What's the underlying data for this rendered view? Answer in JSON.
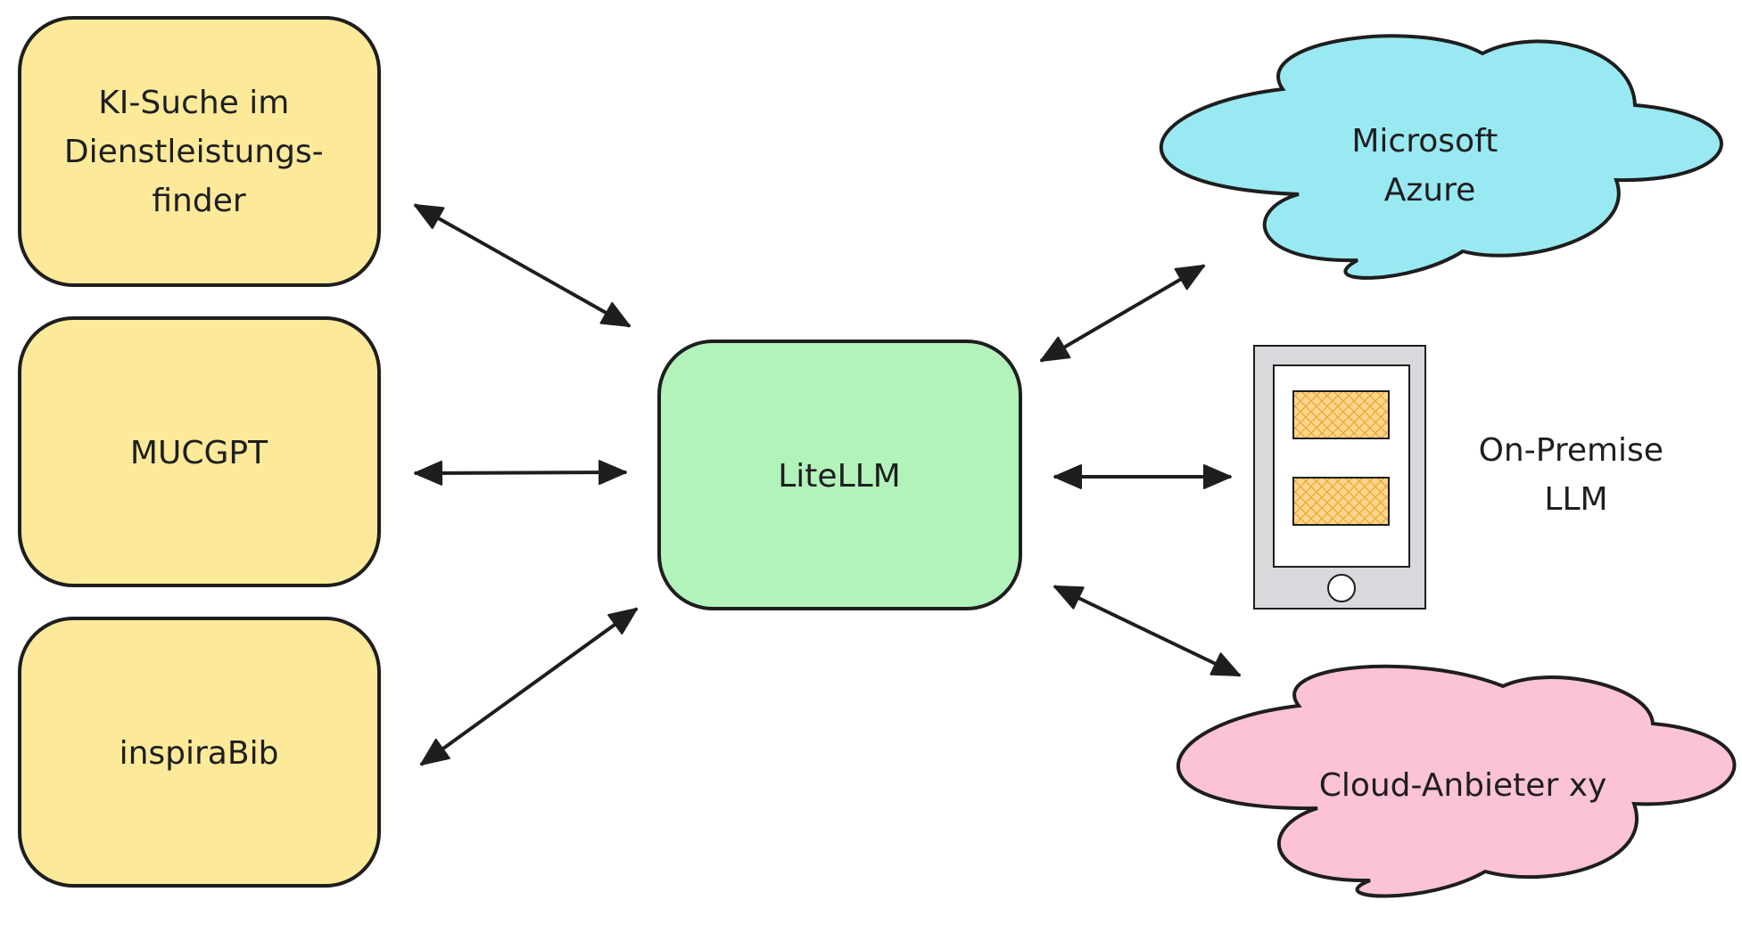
{
  "colors": {
    "client_fill": "#fce999",
    "proxy_fill": "#b2f2bb",
    "azure_fill": "#99e9f2",
    "cloud_fill": "#fcc2d7",
    "server_fill": "#d7d9dc",
    "slot_fill": "#ffd68a",
    "stroke": "#1e1e1e"
  },
  "clients": [
    {
      "lines": [
        "KI-Suche im",
        "Dienstleistungs-",
        "finder"
      ]
    },
    {
      "lines": [
        "MUCGPT"
      ]
    },
    {
      "lines": [
        "inspiraBib"
      ]
    }
  ],
  "proxy": {
    "lines": [
      "LiteLLM"
    ]
  },
  "providers": {
    "azure": {
      "lines": [
        "Microsoft",
        "Azure"
      ]
    },
    "on_premise": {
      "lines": [
        "On-Premise",
        "LLM"
      ],
      "icon": "server-device-icon"
    },
    "cloud": {
      "lines": [
        "Cloud-Anbieter xy"
      ]
    }
  },
  "connections": [
    {
      "from": "KI-Suche im Dienstleistungs-finder",
      "to": "LiteLLM",
      "style": "bidirectional"
    },
    {
      "from": "MUCGPT",
      "to": "LiteLLM",
      "style": "bidirectional"
    },
    {
      "from": "inspiraBib",
      "to": "LiteLLM",
      "style": "bidirectional"
    },
    {
      "from": "LiteLLM",
      "to": "Microsoft Azure",
      "style": "bidirectional"
    },
    {
      "from": "LiteLLM",
      "to": "On-Premise LLM",
      "style": "bidirectional"
    },
    {
      "from": "LiteLLM",
      "to": "Cloud-Anbieter xy",
      "style": "bidirectional"
    }
  ]
}
